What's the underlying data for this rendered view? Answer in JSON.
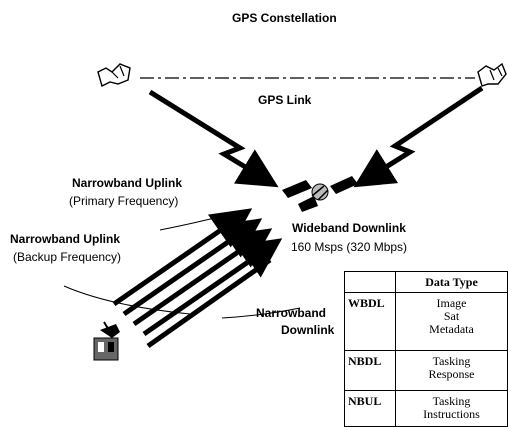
{
  "title": "GPS Constellation",
  "gps_link": "GPS Link",
  "narrowband_uplink_primary": {
    "title": "Narrowband Uplink",
    "sub": "(Primary Frequency)"
  },
  "narrowband_uplink_backup": {
    "title": "Narrowband Uplink",
    "sub": "(Backup Frequency)"
  },
  "wideband_downlink": {
    "title": "Wideband Downlink",
    "sub": "160 Msps (320 Mbps)"
  },
  "narrowband_downlink": {
    "line1": "Narrowband",
    "line2": "Downlink"
  },
  "table": {
    "header": [
      "",
      "Data Type"
    ],
    "rows": [
      {
        "key": "WBDL",
        "lines": [
          "Image",
          "Sat",
          "Metadata"
        ]
      },
      {
        "key": "NBDL",
        "lines": [
          "Tasking",
          "Response"
        ]
      },
      {
        "key": "NBUL",
        "lines": [
          "Tasking",
          "Instructions"
        ]
      }
    ]
  }
}
